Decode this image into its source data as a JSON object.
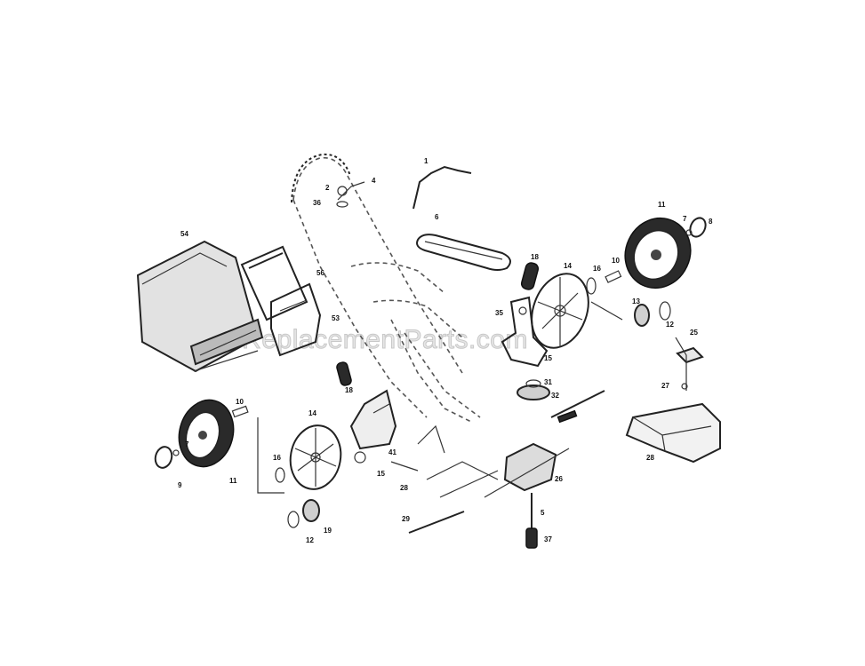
{
  "watermark": "eReplacementParts.com",
  "labels": [
    "1",
    "2",
    "4",
    "36",
    "6",
    "54",
    "56",
    "53",
    "18",
    "35",
    "15",
    "14",
    "16",
    "10",
    "11",
    "7",
    "8",
    "13",
    "12",
    "25",
    "27",
    "31",
    "32",
    "28",
    "26",
    "41",
    "9",
    "29",
    "5",
    "37",
    "19"
  ]
}
